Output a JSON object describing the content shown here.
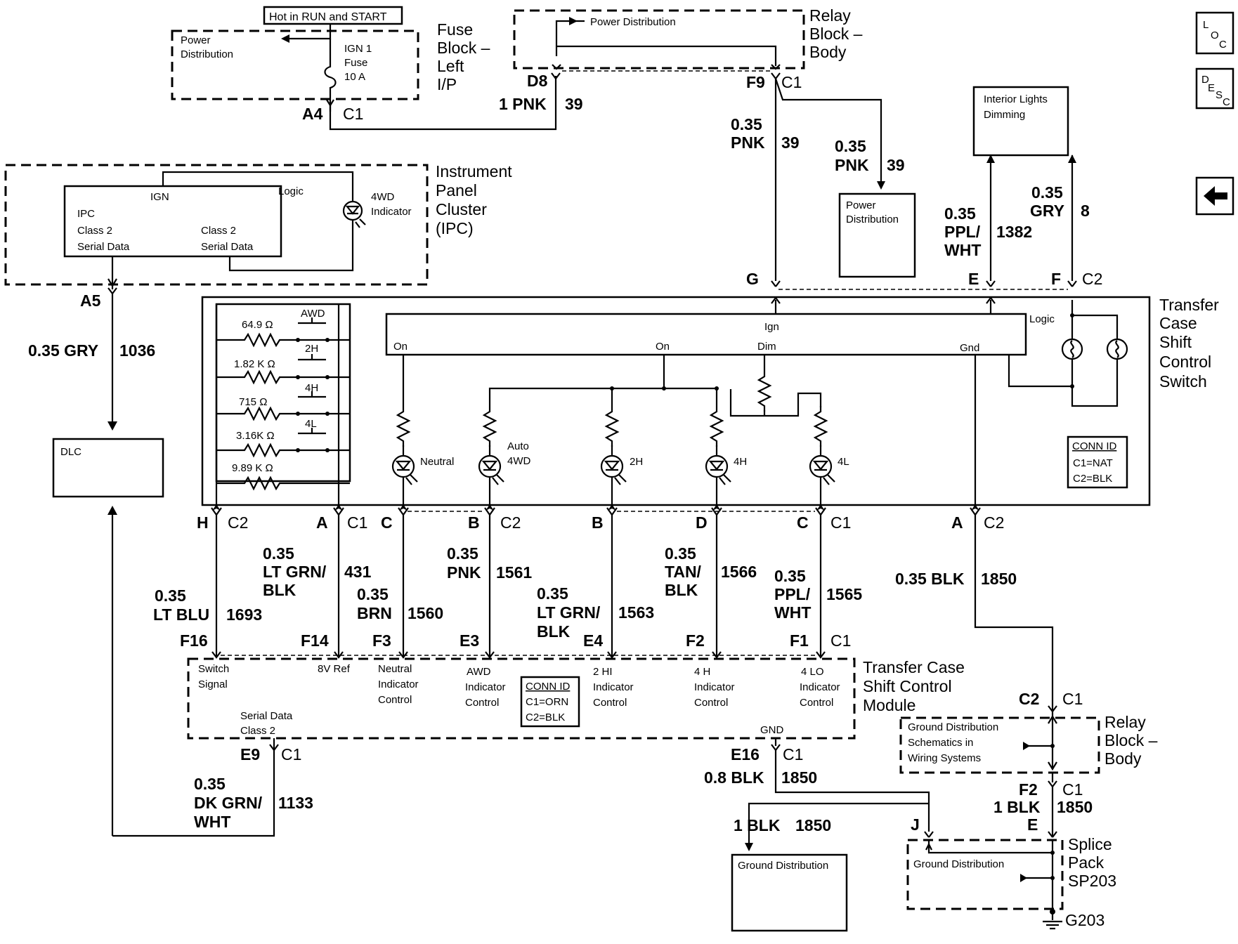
{
  "nav_icons": {
    "loc": [
      "L",
      "O",
      "C"
    ],
    "desc": [
      "D",
      "E",
      "S",
      "C"
    ],
    "back_icon": "left-arrow-icon"
  },
  "fuse_block": {
    "hot_label": "Hot in RUN and START",
    "title": [
      "Fuse",
      "Block –",
      "Left",
      "I/P"
    ],
    "power_distribution": [
      "Power",
      "Distribution"
    ],
    "fuse_label": [
      "IGN 1",
      "Fuse",
      "10 A"
    ],
    "pin": "A4",
    "conn": "C1"
  },
  "relay_block_top": {
    "title": [
      "Relay",
      "Block –",
      "Body"
    ],
    "power_distribution": "Power Distribution",
    "pin_left": "D8",
    "pin_right": "F9",
    "conn": "C1"
  },
  "wire_pnk_1": {
    "gauge": "1 PNK",
    "circuit": "39"
  },
  "wire_pnk_035_a": {
    "gauge": "0.35",
    "color": "PNK",
    "circuit": "39"
  },
  "wire_pnk_035_b": {
    "gauge": "0.35",
    "color": "PNK",
    "circuit": "39"
  },
  "power_distribution_box": [
    "Power",
    "Distribution"
  ],
  "interior_lights": [
    "Interior Lights",
    "Dimming"
  ],
  "wire_ppl_wht_top": {
    "gauge": "0.35",
    "color": [
      "PPL/",
      "WHT"
    ],
    "circuit": "1382"
  },
  "wire_gry_top": {
    "gauge": "0.35",
    "color": "GRY",
    "circuit": "8"
  },
  "ipc": {
    "title": [
      "Instrument",
      "Panel",
      "Cluster",
      "(IPC)"
    ],
    "ign": "IGN",
    "logic": "Logic",
    "left_text": [
      "IPC",
      "Class 2",
      "Serial Data"
    ],
    "right_text": [
      "Class 2",
      "Serial Data"
    ],
    "indicator": [
      "4WD",
      "Indicator"
    ],
    "pin": "A5"
  },
  "wire_gry_1036": {
    "label": "0.35 GRY",
    "circuit": "1036"
  },
  "dlc": "DLC",
  "switch": {
    "title": [
      "Transfer",
      "Case",
      "Shift",
      "Control",
      "Switch"
    ],
    "ign": "Ign",
    "logic": "Logic",
    "on1": "On",
    "on2": "On",
    "dim": "Dim",
    "gnd": "Gnd",
    "positions": [
      "AWD",
      "2H",
      "4H",
      "4L"
    ],
    "resistors": [
      "64.9 Ω",
      "1.82 K Ω",
      "715 Ω",
      "3.16K Ω",
      "9.89 K Ω"
    ],
    "lamps": [
      "Neutral",
      "Auto\n4WD",
      "2H",
      "4H",
      "4L"
    ],
    "conn_id_title": "CONN ID",
    "conn_id_lines": [
      "C1=NAT",
      "C2=BLK"
    ],
    "top_pins": {
      "g": "G",
      "e": "E",
      "f": "F",
      "c2": "C2"
    }
  },
  "switch_pins": [
    {
      "pin": "H",
      "conn": "C2"
    },
    {
      "pin": "A",
      "conn": "C1"
    },
    {
      "pin": "C",
      "conn": ""
    },
    {
      "pin": "B",
      "conn": "C2"
    },
    {
      "pin": "B",
      "conn": ""
    },
    {
      "pin": "D",
      "conn": ""
    },
    {
      "pin": "C",
      "conn": "C1"
    },
    {
      "pin": "A",
      "conn": "C2"
    }
  ],
  "mid_wires": [
    {
      "gauge": "0.35",
      "color": [
        "LT BLU"
      ],
      "circuit": "1693"
    },
    {
      "gauge": "0.35",
      "color": [
        "LT GRN/",
        "BLK"
      ],
      "circuit": "431"
    },
    {
      "gauge": "0.35",
      "color": [
        "BRN"
      ],
      "circuit": "1560"
    },
    {
      "gauge": "0.35",
      "color": [
        "PNK"
      ],
      "circuit": "1561"
    },
    {
      "gauge": "0.35",
      "color": [
        "LT GRN/",
        "BLK"
      ],
      "circuit": "1563"
    },
    {
      "gauge": "0.35",
      "color": [
        "TAN/",
        "BLK"
      ],
      "circuit": "1566"
    },
    {
      "gauge": "0.35",
      "color": [
        "PPL/",
        "WHT"
      ],
      "circuit": "1565"
    },
    {
      "gauge": "0.35 BLK",
      "color": [],
      "circuit": "1850"
    }
  ],
  "module": {
    "title": [
      "Transfer Case",
      "Shift Control",
      "Module"
    ],
    "pins": [
      "F16",
      "F14",
      "F3",
      "E3",
      "E4",
      "F2",
      "F1"
    ],
    "pin_conn": "C1",
    "functions": [
      [
        "Switch",
        "Signal"
      ],
      [
        "8V Ref"
      ],
      [
        "Neutral",
        "Indicator",
        "Control"
      ],
      [
        "AWD",
        "Indicator",
        "Control"
      ],
      [
        "2 HI",
        "Indicator",
        "Control"
      ],
      [
        "4 H",
        "Indicator",
        "Control"
      ],
      [
        "4 LO",
        "Indicator",
        "Control"
      ]
    ],
    "serial": [
      "Serial Data",
      "Class 2"
    ],
    "gnd": "GND",
    "conn_id_title": "CONN ID",
    "conn_id_lines": [
      "C1=ORN",
      "C2=BLK"
    ],
    "bottom_left_pin": "E9",
    "bottom_left_conn": "C1",
    "bottom_right_pin": "E16",
    "bottom_right_conn": "C1"
  },
  "wire_dk_grn": {
    "gauge": "0.35",
    "color": [
      "DK GRN/",
      "WHT"
    ],
    "circuit": "1133"
  },
  "wire_08_blk": {
    "label": "0.8 BLK",
    "circuit": "1850"
  },
  "wire_1blk_left": {
    "label": "1 BLK",
    "circuit": "1850"
  },
  "ground_distribution": "Ground Distribution",
  "relay_block_bottom": {
    "title": [
      "Relay",
      "Block –",
      "Body"
    ],
    "text": [
      "Ground Distribution",
      "Schematics in",
      "Wiring Systems"
    ],
    "c2": "C2",
    "c1": "C1",
    "f2": "F2",
    "f2_conn": "C1"
  },
  "wire_1blk_right": {
    "label": "1 BLK",
    "circuit": "1850"
  },
  "splice": {
    "title": [
      "Splice",
      "Pack",
      "SP203"
    ],
    "text": "Ground Distribution",
    "pin_j": "J",
    "pin_e": "E",
    "ground": "G203"
  }
}
